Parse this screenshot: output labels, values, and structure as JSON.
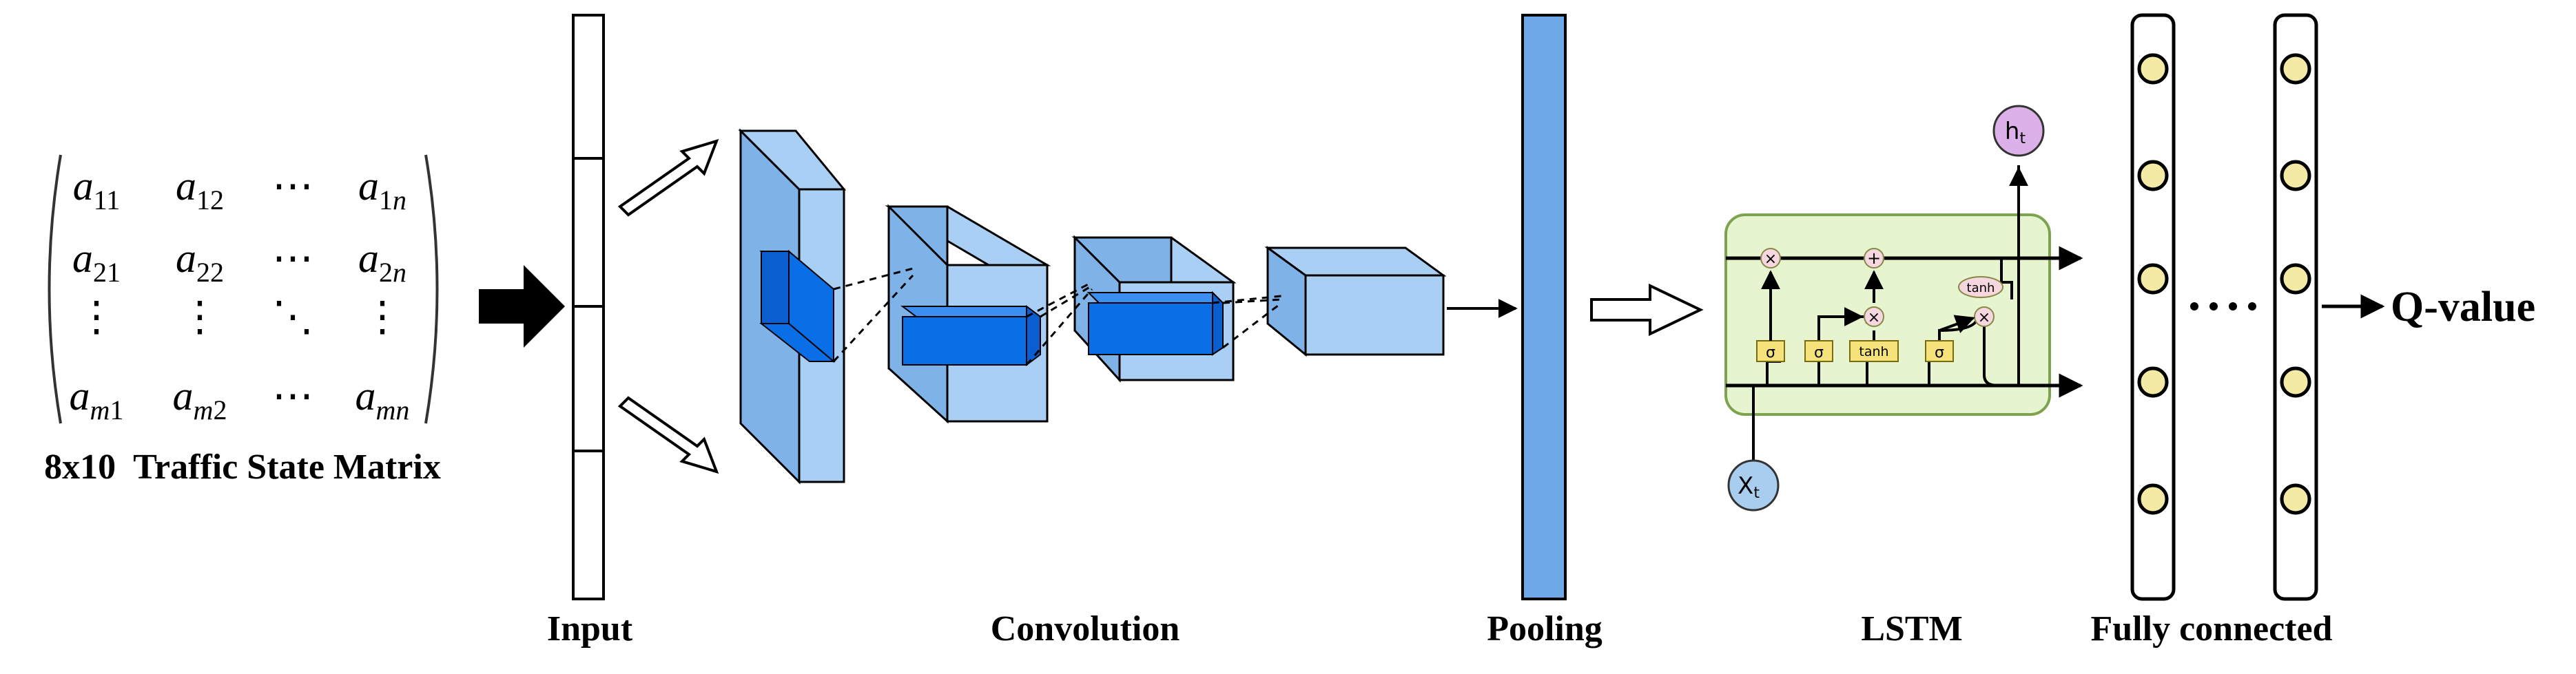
{
  "matrix": {
    "caption": "8x10  Traffic State Matrix",
    "rows": [
      [
        {
          "b": "a",
          "s": "11",
          "i": ""
        },
        {
          "b": "a",
          "s": "12",
          "i": ""
        },
        {
          "b": "⋯",
          "s": "",
          "i": ""
        },
        {
          "b": "a",
          "s": "1",
          "i": "n"
        }
      ],
      [
        {
          "b": "a",
          "s": "21",
          "i": ""
        },
        {
          "b": "a",
          "s": "22",
          "i": ""
        },
        {
          "b": "⋯",
          "s": "",
          "i": ""
        },
        {
          "b": "a",
          "s": "2",
          "i": "n"
        }
      ],
      [
        {
          "b": "⋮",
          "s": "",
          "i": ""
        },
        {
          "b": "⋮",
          "s": "",
          "i": ""
        },
        {
          "b": "⋱",
          "s": "",
          "i": ""
        },
        {
          "b": "⋮",
          "s": "",
          "i": ""
        }
      ],
      [
        {
          "b": "a",
          "s": "",
          "i": "m",
          "s2": "1"
        },
        {
          "b": "a",
          "s": "",
          "i": "m",
          "s2": "2"
        },
        {
          "b": "⋯",
          "s": "",
          "i": ""
        },
        {
          "b": "a",
          "s": "",
          "i": "mn"
        }
      ]
    ]
  },
  "stages": {
    "input": "Input",
    "convolution": "Convolution",
    "pooling": "Pooling",
    "lstm": "LSTM",
    "fully_connected": "Fully connected"
  },
  "lstm_cell": {
    "input_label": "X",
    "input_sub": "t",
    "output_label": "h",
    "output_sub": "t",
    "gate_sigma": "σ",
    "gate_tanh": "tanh",
    "op_times": "×",
    "op_plus": "+"
  },
  "output_label": "Q-value",
  "colors": {
    "block_light": "#a9cff5",
    "block_mid": "#7fb2e6",
    "block_dark": "#0a6fe6",
    "pooling": "#6ea8e8",
    "lstm_bg": "#e6f5cf",
    "lstm_border": "#7da34f",
    "gate": "#f6e27a",
    "node": "#f3eaa6",
    "xt": "#a8cdee",
    "ht": "#dcb0e8"
  }
}
